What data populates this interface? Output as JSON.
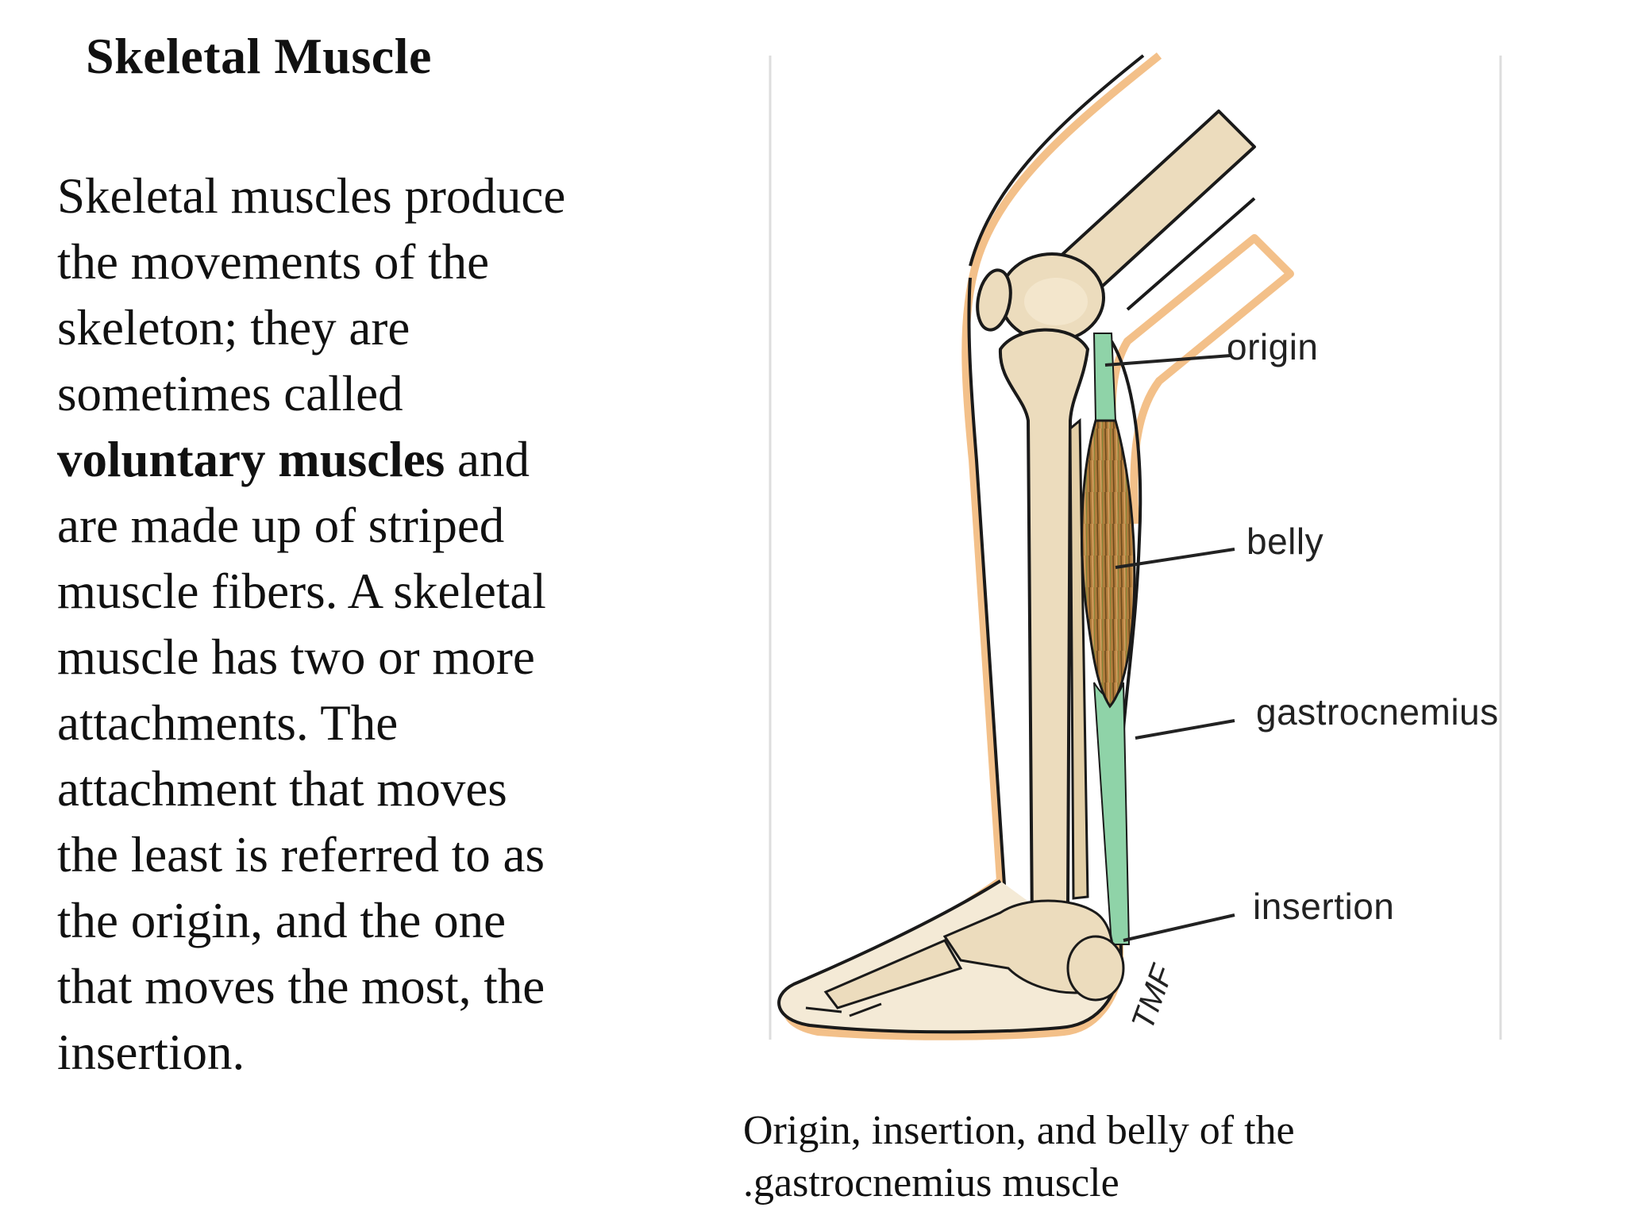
{
  "slide": {
    "title": "Skeletal Muscle",
    "body": {
      "line1": "Skeletal muscles produce",
      "line2": "the movements of the",
      "line3": "skeleton; they are",
      "line4": "sometimes called",
      "line5_bold": "voluntary muscles",
      "line5_rest": " and",
      "line6": "are made up of striped",
      "line7": "muscle fibers. A skeletal",
      "line8": "muscle has two or more",
      "line9": "attachments. The",
      "line10": "attachment that moves",
      "line11": "the least is referred to as",
      "line12": "the origin, and the one",
      "line13": "that moves the most, the",
      "line14": "insertion."
    },
    "caption": {
      "line1": "Origin, insertion, and belly of the",
      "line2": ".gastrocnemius muscle"
    }
  },
  "diagram": {
    "labels": {
      "origin": "origin",
      "belly": "belly",
      "gastrocnemius": "gastrocnemius",
      "insertion": "insertion"
    },
    "signature": "TMF",
    "colors": {
      "bone": "#ecdcbd",
      "bone_outline": "#1a1a1a",
      "skin": "#f3c89a",
      "muscle": "#b07a3a",
      "tendon": "#8fd3a8",
      "leader_line": "#222222"
    }
  }
}
